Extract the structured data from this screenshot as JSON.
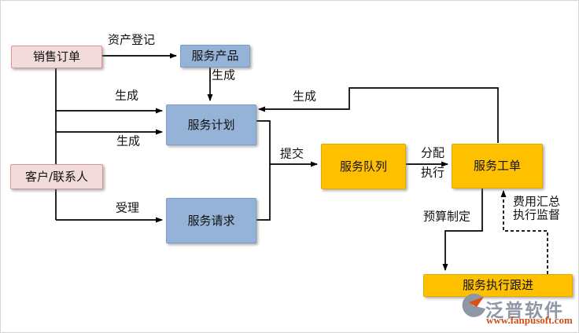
{
  "diagram": {
    "nodes": {
      "sales_order": {
        "label": "销售订单",
        "type": "pink"
      },
      "customer_contact": {
        "label": "客户/联系人",
        "type": "pink"
      },
      "service_product": {
        "label": "服务产品",
        "type": "blue"
      },
      "service_plan": {
        "label": "服务计划",
        "type": "blue"
      },
      "service_request": {
        "label": "服务请求",
        "type": "blue"
      },
      "service_queue": {
        "label": "服务队列",
        "type": "orange"
      },
      "service_work_order": {
        "label": "服务工单",
        "type": "orange"
      },
      "service_follow_up": {
        "label": "服务执行跟进",
        "type": "orange"
      }
    },
    "edge_labels": {
      "asset_registration": "资产登记",
      "generate_to_plan_from_sales": "生成",
      "generate_to_plan_from_product": "生成",
      "generate_to_plan_from_work_order": "生成",
      "generate_to_request_from_customer": "生成",
      "accept": "受理",
      "submit": "提交",
      "assign": "分配",
      "execute": "执行",
      "budget_planning": "预算制定",
      "cost_summary": "费用汇总",
      "execution_supervision": "执行监督"
    },
    "colors": {
      "pink_fill": "#F2DCDB",
      "pink_border": "#D99694",
      "blue_fill": "#95B3D7",
      "blue_border": "#7A9CC9",
      "orange_fill": "#FFC000",
      "orange_border": "#E2A900",
      "line": "#000000"
    }
  },
  "watermark": {
    "brand_name": "泛普软件",
    "website": "www.fanpusoft.com",
    "brand_color": "#8F96A4",
    "url_color": "#CC4F1A"
  }
}
